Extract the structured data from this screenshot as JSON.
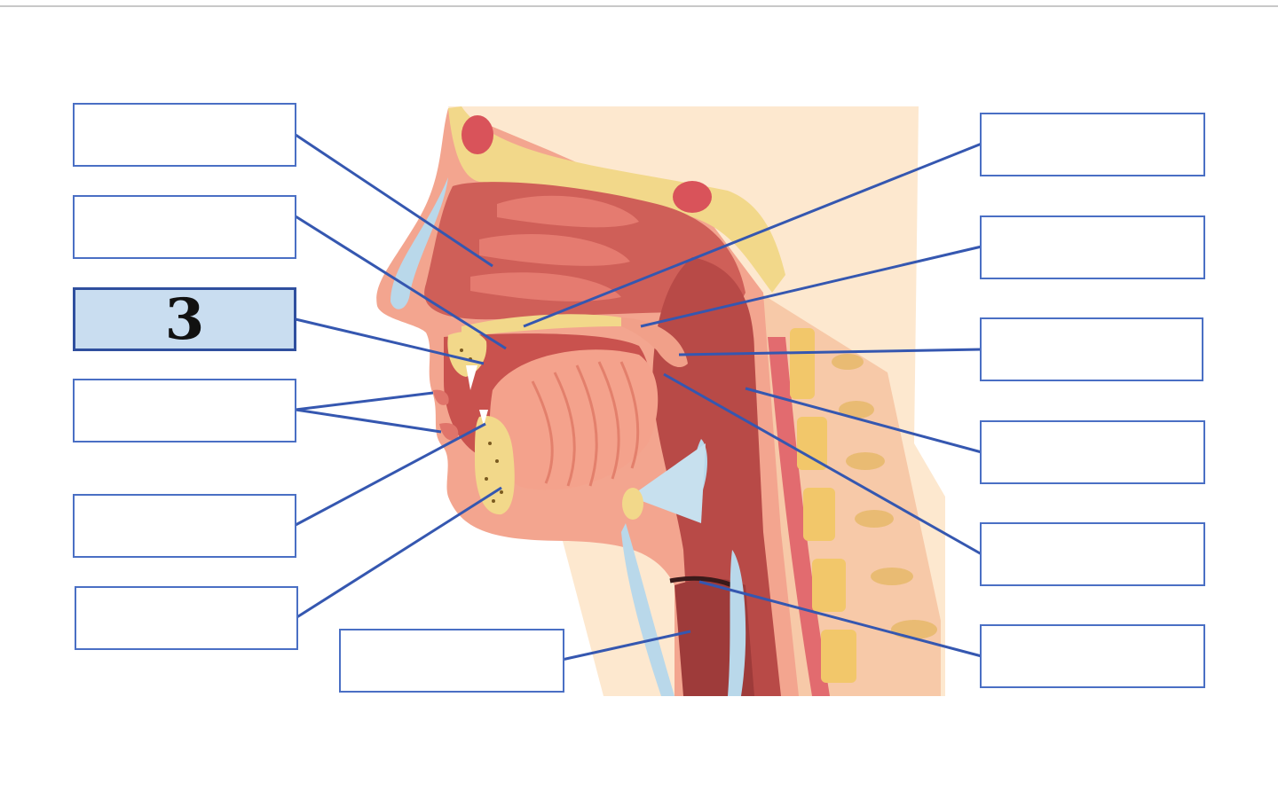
{
  "labels": {
    "left": [
      {
        "id": "L1",
        "value": ""
      },
      {
        "id": "L2",
        "value": ""
      },
      {
        "id": "L3",
        "value": "3"
      },
      {
        "id": "L4",
        "value": ""
      },
      {
        "id": "L5",
        "value": ""
      },
      {
        "id": "L6",
        "value": ""
      }
    ],
    "bottom": [
      {
        "id": "B1",
        "value": ""
      }
    ],
    "right": [
      {
        "id": "R1",
        "value": ""
      },
      {
        "id": "R2",
        "value": ""
      },
      {
        "id": "R3",
        "value": ""
      },
      {
        "id": "R4",
        "value": ""
      },
      {
        "id": "R5",
        "value": ""
      },
      {
        "id": "R6",
        "value": ""
      }
    ]
  },
  "colors": {
    "box_border": "#4a6fc4",
    "box_filled_bg": "#c9ddf0",
    "leader_line": "#3557b0",
    "skin": "#f3a58f",
    "bone": "#f2d88a",
    "cavity": "#c9524e",
    "background_panel": "#fde8cf"
  }
}
